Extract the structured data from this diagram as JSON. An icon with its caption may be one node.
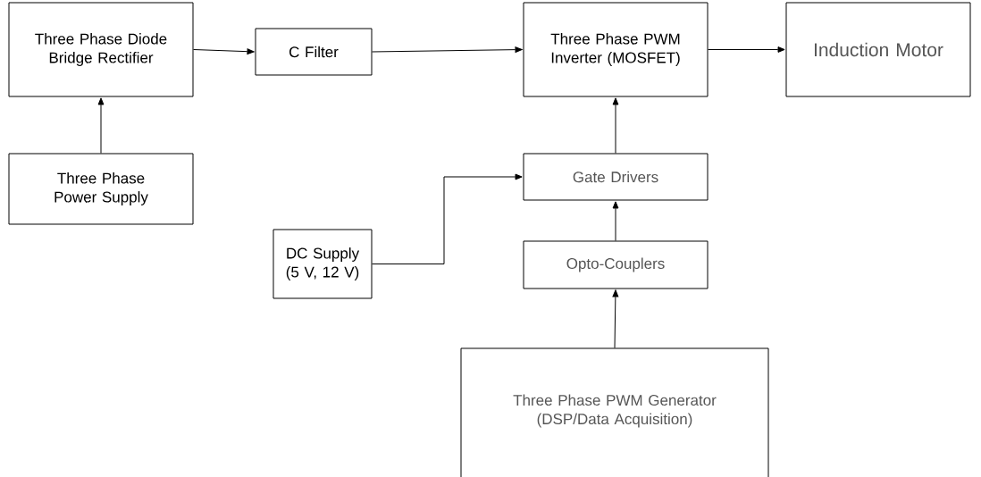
{
  "diagram": {
    "nodes": [
      {
        "text": [
          "Three Phase Diode Bridge Rectifier"
        ]
      },
      {
        "text": [
          "Three Phase Power Supply"
        ]
      },
      {
        "text": [
          "C Filter"
        ]
      },
      {
        "text": [
          "Three Phase PWM Inverter (MOSFET)"
        ]
      },
      {
        "text": [
          "Induction Motor"
        ]
      },
      {
        "text": [
          "Gate Drivers"
        ]
      },
      {
        "text": [
          "DC Supply (5 V, 12 V)"
        ]
      },
      {
        "text": [
          "Opto-Couplers"
        ]
      },
      {
        "text": [
          "Three Phase PWM Generator (DSP/Data Acquisition)"
        ]
      }
    ],
    "edges": [
      {
        "from": 1,
        "to": 0,
        "arrow": "to"
      },
      {
        "from": 0,
        "to": 2,
        "arrow": "to"
      },
      {
        "from": 2,
        "to": 3,
        "arrow": "to"
      },
      {
        "from": 3,
        "to": 4,
        "arrow": "to"
      },
      {
        "from": 5,
        "to": 3,
        "arrow": "to"
      },
      {
        "from": 6,
        "to": 5,
        "arrow": "to"
      },
      {
        "from": 7,
        "to": 5,
        "arrow": "to"
      },
      {
        "from": 8,
        "to": 7,
        "arrow": "to"
      }
    ]
  }
}
